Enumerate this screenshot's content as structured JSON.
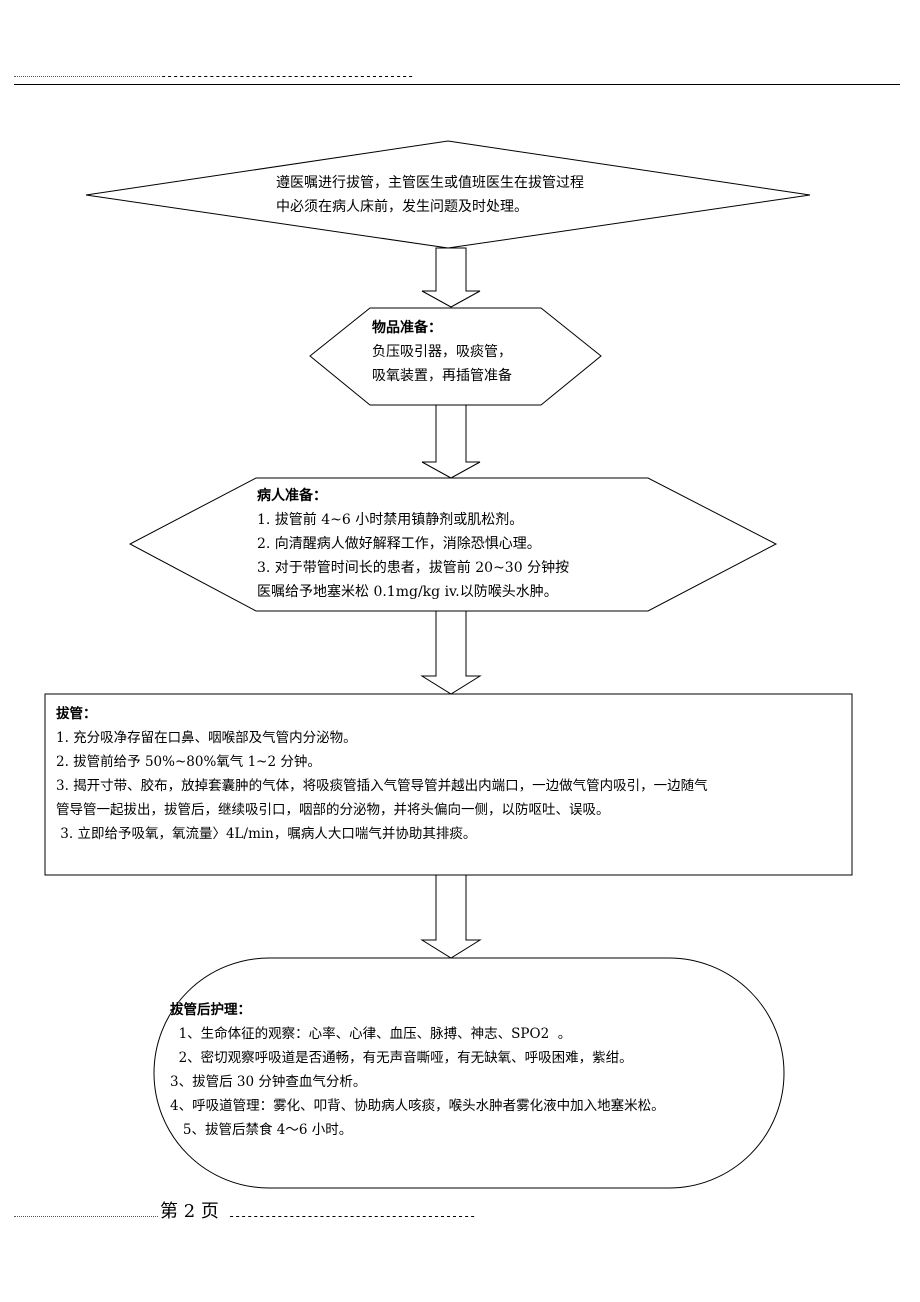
{
  "header": {
    "dashes": "------------------------------------------"
  },
  "steps": {
    "start": {
      "lines": [
        "遵医嘱进行拔管，主管医生或值班医生在拔管过程",
        "中必须在病人床前，发生问题及时处理。"
      ]
    },
    "supplies": {
      "title": "物品准备：",
      "lines": [
        "负压吸引器，吸痰管，",
        "吸氧装置，再插管准备"
      ]
    },
    "patient": {
      "title": "病人准备：",
      "lines": [
        "1. 拔管前 4~6 小时禁用镇静剂或肌松剂。",
        "2. 向清醒病人做好解释工作，消除恐惧心理。",
        "3. 对于带管时间长的患者，拔管前 20~30 分钟按",
        "医嘱给予地塞米松 0.1mg/kg iv.以防喉头水肿。"
      ]
    },
    "extubation": {
      "title": "拔管：",
      "lines": [
        "1. 充分吸净存留在口鼻、咽喉部及气管内分泌物。",
        "2.  拔管前给予 50%~80%氧气 1~2 分钟。",
        "3.  揭开寸带、胶布，放掉套囊肿的气体，将吸痰管插入气管导管并越出内端口，一边做气管内吸引，一边随气",
        "管导管一起拔出，拔管后，继续吸引口，咽部的分泌物，并将头偏向一侧，以防呕吐、误吸。",
        " 3. 立即给予吸氧，氧流量〉4L/min，嘱病人大口喘气并协助其排痰。"
      ]
    },
    "aftercare": {
      "title": "拔管后护理：",
      "lines": [
        "  1、生命体征的观察：心率、心律、血压、脉搏、神志、SPO2  。",
        "  2、密切观察呼吸道是否通畅，有无声音嘶哑，有无缺氧、呼吸困难，紫绀。",
        "3、拔管后 30 分钟查血气分析。",
        "4、呼吸道管理：雾化、叩背、协助病人咳痰，喉头水肿者雾化液中加入地塞米松。",
        "   5、拔管后禁食 4～6 小时。"
      ]
    }
  },
  "footer": {
    "page_label": "第 2 页",
    "dashes": "-----------------------------------------"
  }
}
